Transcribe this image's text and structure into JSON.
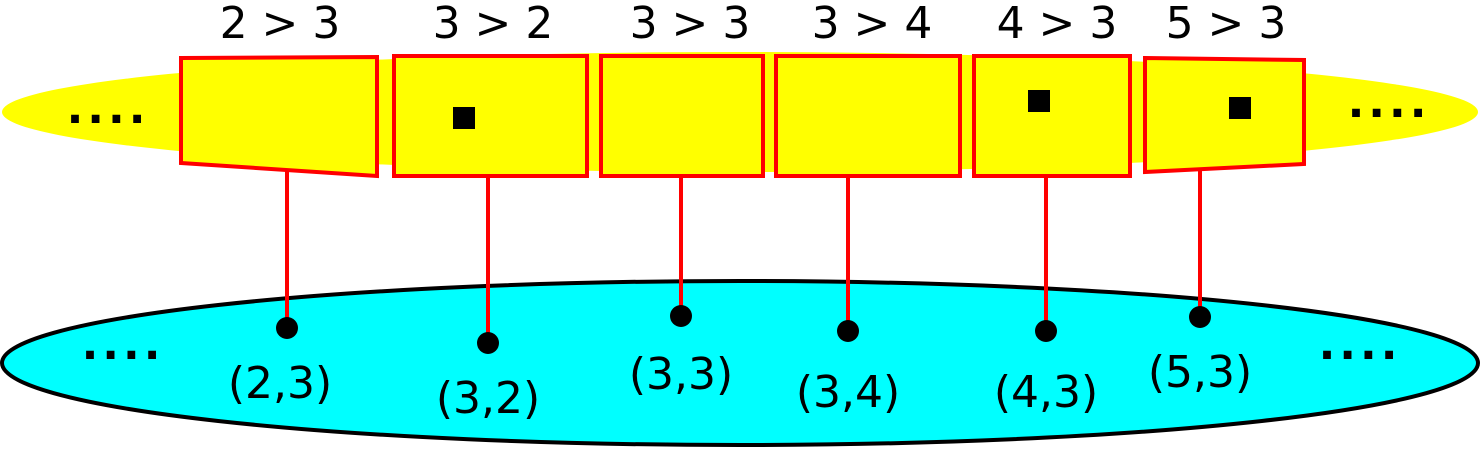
{
  "colors": {
    "top_ellipse_fill": "#ffff00",
    "bottom_ellipse_fill": "#00ffff",
    "box_stroke": "#ff0000",
    "connector": "#ff0000",
    "marker": "#000000"
  },
  "top_labels": [
    "2 > 3",
    "3 > 2",
    "3 > 3",
    "3 > 4",
    "4 > 3",
    "5 > 3"
  ],
  "point_labels": [
    "(2,3)",
    "(3,2)",
    "(3,3)",
    "(3,4)",
    "(4,3)",
    "(5,3)"
  ],
  "boxes": [
    {
      "shape": "trapezoid-narrowing-right",
      "marker": false
    },
    {
      "shape": "rectangle",
      "marker": true
    },
    {
      "shape": "rectangle",
      "marker": false
    },
    {
      "shape": "rectangle",
      "marker": false
    },
    {
      "shape": "rectangle",
      "marker": true
    },
    {
      "shape": "trapezoid-narrowing-left",
      "marker": true
    }
  ],
  "ellipsis": {
    "top_left": "....",
    "top_right": "....",
    "bottom_left": "....",
    "bottom_right": "...."
  }
}
